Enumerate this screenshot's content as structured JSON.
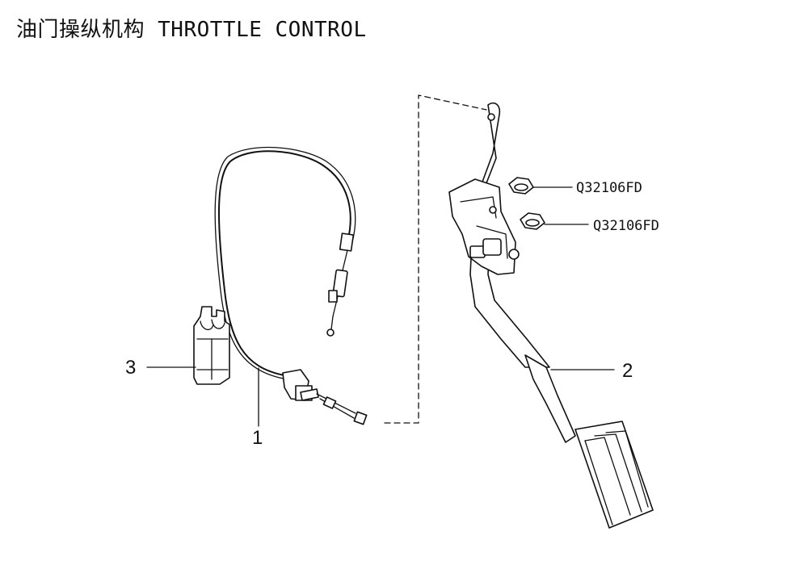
{
  "title": "油门操纵机构 THROTTLE CONTROL",
  "callouts": {
    "part_1": "1",
    "part_2": "2",
    "part_3": "3"
  },
  "part_numbers": {
    "nut_upper": "Q32106FD",
    "nut_lower": "Q32106FD"
  }
}
